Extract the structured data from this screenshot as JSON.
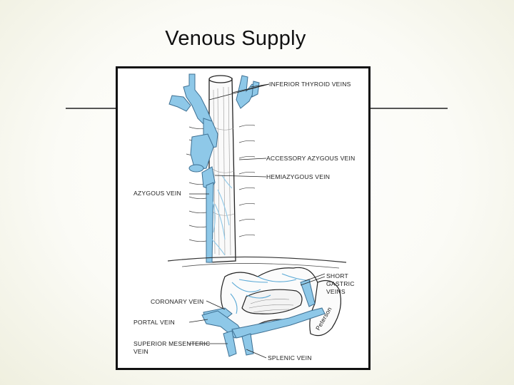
{
  "slide": {
    "title": "Venous Supply"
  },
  "figure": {
    "labels": {
      "inferior_thyroid_veins": "INFERIOR THYROID VEINS",
      "accessory_azygous_vein": "ACCESSORY AZYGOUS VEIN",
      "hemiazygous_vein": "HEMIAZYGOUS VEIN",
      "azygous_vein": "AZYGOUS VEIN",
      "short_gastric_veins": [
        "SHORT",
        "GASTRIC",
        "VEINS"
      ],
      "coronary_vein": "CORONARY VEIN",
      "portal_vein": "PORTAL VEIN",
      "superior_mesenteric_vein": [
        "SUPERIOR MESENTERIC",
        "VEIN"
      ],
      "splenic_vein": "SPLENIC VEIN"
    },
    "colors": {
      "vein": "#8ec8e8",
      "vein_outline": "#3d6f92",
      "line_art": "#222222"
    }
  }
}
